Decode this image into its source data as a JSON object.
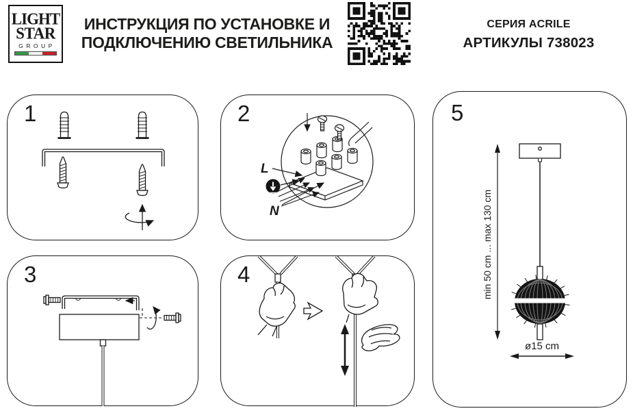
{
  "header": {
    "logo": {
      "line1": "LIGHT",
      "line2": "STAR",
      "line3": "GROUP"
    },
    "title_line1": "ИНСТРУКЦИЯ ПО УСТАНОВКЕ И",
    "title_line2": "ПОДКЛЮЧЕНИЮ СВЕТИЛЬНИКА",
    "series": "СЕРИЯ ACRILE",
    "articles": "АРТИКУЛЫ 738023"
  },
  "panels": {
    "p1": {
      "num": "1"
    },
    "p2": {
      "num": "2",
      "label_l": "L",
      "label_n": "N"
    },
    "p3": {
      "num": "3"
    },
    "p4": {
      "num": "4"
    },
    "p5": {
      "num": "5",
      "height_range": "min 50 cm ... max 130 cm",
      "diameter": "ø15 cm"
    }
  },
  "colors": {
    "line": "#1a1a1a",
    "flag_green": "#3a9948",
    "flag_white": "#ffffff",
    "flag_red": "#cc2229"
  }
}
